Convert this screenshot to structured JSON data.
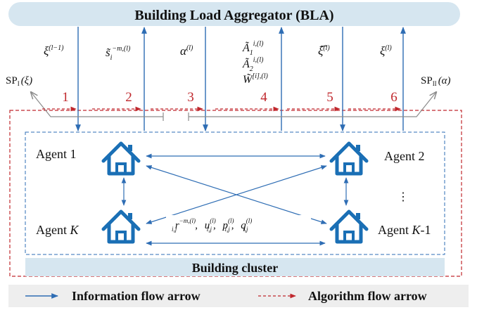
{
  "bla": {
    "title": "Building Load Aggregator (BLA)"
  },
  "cluster": {
    "title": "Building cluster"
  },
  "agents": {
    "agent1": "Agent 1",
    "agent2": "Agent 2",
    "agentK_prefix": "Agent ",
    "agentK_var": "K",
    "agentK1_prefix": "Agent ",
    "agentK1_var": "K",
    "agentK1_suffix": "-1",
    "dots": "⋮"
  },
  "steps": [
    "1",
    "2",
    "3",
    "4",
    "5",
    "6"
  ],
  "subproblems": {
    "left_sp": "SP",
    "left_sub": "I",
    "left_arg": "(ξ)",
    "right_sp": "SP",
    "right_sub": "II",
    "right_arg": "(α)"
  },
  "variables": {
    "v1_base": "ξ",
    "v1_sup": "(l−1)",
    "v2_base": "s̃",
    "v2_sub": "i",
    "v2_sup": "−m,(l)",
    "v3_base": "α",
    "v3_sup": "(l)",
    "v4a_base": "Ã",
    "v4a_sub": "1",
    "v4a_sup": "i,(l)",
    "v4b_base": "Ã",
    "v4b_sub": "2",
    "v4b_sup": "i,(l)",
    "v4c_base": "W̃",
    "v4c_sup": "[i],(l)",
    "v5_base": "ξ̅",
    "v5_sup": "(l)",
    "v6_base": "ξ",
    "v6_sup": "(l)"
  },
  "exchange": {
    "r_base": "r",
    "r_sub": "i,j",
    "r_sup": "−m,(l)",
    "u_base": "u",
    "u_sub": "i,j",
    "u_sup": "(l)",
    "p_base": "p",
    "p_sub": "i,j",
    "p_sup": "(l)",
    "q_base": "q",
    "q_sub": "i,j",
    "q_sup": "(l)",
    "sep": ","
  },
  "legend": {
    "info": "Information flow arrow",
    "algo": "Algorithm flow arrow"
  },
  "colors": {
    "bla_fill": "#d6e6f0",
    "cluster_fill": "#d6e6f0",
    "info_arrow": "#2e6db4",
    "algo_arrow": "#c0282d",
    "step_number": "#c0282d",
    "house": "#1a6fb5",
    "gray_line": "#8c8c8c",
    "legend_fill": "#eeeeee"
  }
}
